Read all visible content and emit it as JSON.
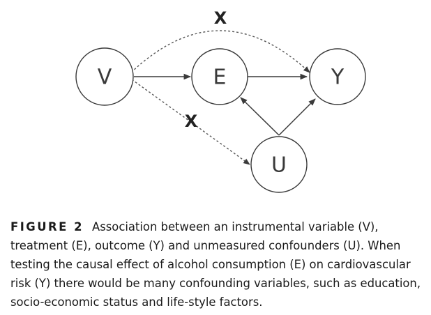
{
  "diagram": {
    "nodes": [
      {
        "id": "V",
        "label": "V"
      },
      {
        "id": "E",
        "label": "E"
      },
      {
        "id": "Y",
        "label": "Y"
      },
      {
        "id": "U",
        "label": "U"
      }
    ],
    "edges": [
      {
        "from": "V",
        "to": "E",
        "style": "solid"
      },
      {
        "from": "E",
        "to": "Y",
        "style": "solid"
      },
      {
        "from": "U",
        "to": "E",
        "style": "solid"
      },
      {
        "from": "U",
        "to": "Y",
        "style": "solid"
      },
      {
        "from": "V",
        "to": "Y",
        "style": "dashed",
        "blocked": true
      },
      {
        "from": "V",
        "to": "U",
        "style": "dashed",
        "blocked": true
      }
    ],
    "blocked_mark": "X"
  },
  "caption": {
    "label": "FIGURE 2",
    "text": "Association between an instrumental variable (V), treatment (E), outcome (Y) and unmeasured confounders (U). When testing the causal effect of alcohol consumption (E) on cardiovascular risk (Y) there would be many confounding variables, such as education, socio-economic status and life-style factors."
  }
}
